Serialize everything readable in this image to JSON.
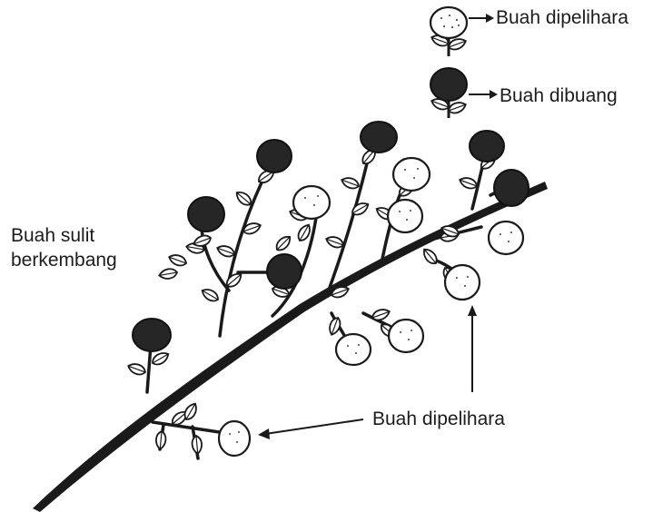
{
  "legend": {
    "kept_label": "Buah dipelihara",
    "removed_label": "Buah dibuang"
  },
  "labels": {
    "hard_growth_line1": "Buah sulit",
    "hard_growth_line2": "berkembang",
    "kept_bottom": "Buah dipelihara"
  },
  "colors": {
    "ink": "#1a1a1a",
    "dark_fruit": "#262626",
    "light_fruit": "#ffffff",
    "background": "#ffffff"
  }
}
